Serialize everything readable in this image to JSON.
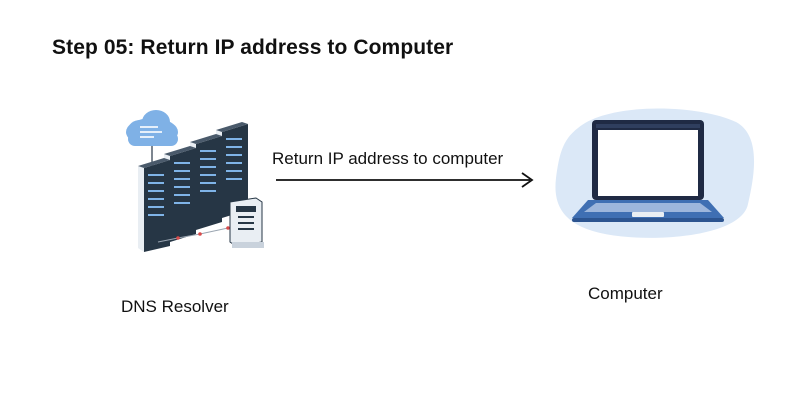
{
  "title": "Step 05: Return IP address to Computer",
  "source_node": {
    "label": "DNS Resolver",
    "icon": "server-rack-cloud-icon"
  },
  "target_node": {
    "label": "Computer",
    "icon": "laptop-icon"
  },
  "edge": {
    "label": "Return IP address to computer",
    "direction": "left-to-right"
  },
  "colors": {
    "server_dark": "#263645",
    "server_light": "#e9eef3",
    "server_lights": "#7fb4e8",
    "cloud": "#7fb1e6",
    "laptop_blob": "#dbe8f7",
    "laptop_body": "#3f6fb3",
    "laptop_screen_frame": "#1f2a44",
    "laptop_screen": "#ffffff",
    "laptop_keyboard": "#9db6dc",
    "connector_dot": "#d94b4b"
  }
}
